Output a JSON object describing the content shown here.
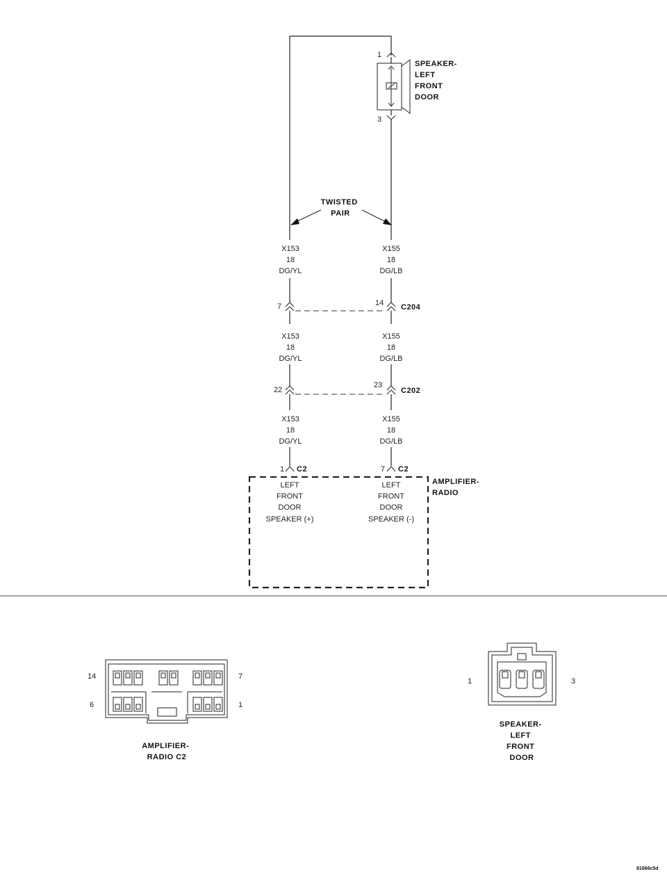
{
  "speaker": {
    "pin_top": "1",
    "pin_bottom": "3",
    "name_lines": [
      "SPEAKER-",
      "LEFT",
      "FRONT",
      "DOOR"
    ]
  },
  "twisted_pair": [
    "TWISTED",
    "PAIR"
  ],
  "wires": {
    "left": {
      "circuit": "X153",
      "gauge": "18",
      "color": "DG/YL"
    },
    "right": {
      "circuit": "X155",
      "gauge": "18",
      "color": "DG/LB"
    }
  },
  "connectors": {
    "c204": {
      "name": "C204",
      "left_pin": "7",
      "right_pin": "14"
    },
    "c202": {
      "name": "C202",
      "left_pin": "22",
      "right_pin": "23"
    },
    "c2": {
      "name": "C2",
      "left_pin": "1",
      "right_pin": "7"
    }
  },
  "amplifier": {
    "name_lines": [
      "AMPLIFIER-",
      "RADIO"
    ],
    "left_terminal": [
      "LEFT",
      "FRONT",
      "DOOR",
      "SPEAKER (+)"
    ],
    "right_terminal": [
      "LEFT",
      "FRONT",
      "DOOR",
      "SPEAKER (-)"
    ]
  },
  "amp_connector_view": {
    "pin_top_left": "14",
    "pin_top_right": "7",
    "pin_bottom_left": "6",
    "pin_bottom_right": "1",
    "title_lines": [
      "AMPLIFIER-",
      "RADIO C2"
    ]
  },
  "speaker_connector_view": {
    "pin_left": "1",
    "pin_right": "3",
    "title_lines": [
      "SPEAKER-",
      "LEFT",
      "FRONT",
      "DOOR"
    ]
  },
  "figure_id": "81666c5d"
}
